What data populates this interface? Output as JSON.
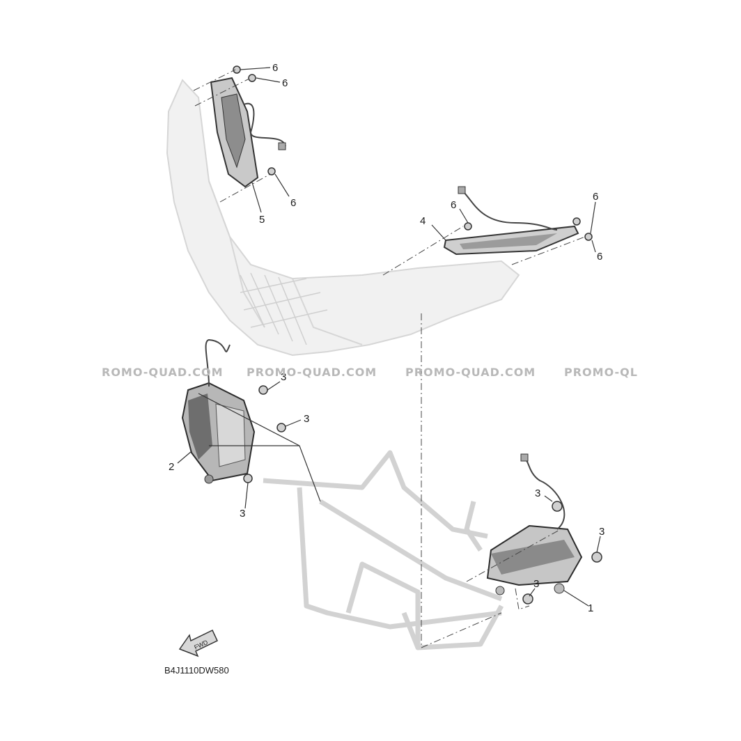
{
  "diagram": {
    "code": "B4J1110DW580",
    "fwd_label": "FWD",
    "watermark": "PROMO-QUAD.COM",
    "watermark_left": "ROMO-QUAD.COM",
    "watermark_right": "PROMO-QL"
  },
  "callouts": [
    {
      "id": "c6a",
      "label": "6"
    },
    {
      "id": "c6b",
      "label": "6"
    },
    {
      "id": "c6c",
      "label": "6"
    },
    {
      "id": "c5",
      "label": "5"
    },
    {
      "id": "c6d",
      "label": "6"
    },
    {
      "id": "c4",
      "label": "4"
    },
    {
      "id": "c6e",
      "label": "6"
    },
    {
      "id": "c6f",
      "label": "6"
    },
    {
      "id": "c3a",
      "label": "3"
    },
    {
      "id": "c3b",
      "label": "3"
    },
    {
      "id": "c2",
      "label": "2"
    },
    {
      "id": "c3c",
      "label": "3"
    },
    {
      "id": "c3d",
      "label": "3"
    },
    {
      "id": "c3e",
      "label": "3"
    },
    {
      "id": "c3f",
      "label": "3"
    },
    {
      "id": "c1",
      "label": "1"
    }
  ]
}
